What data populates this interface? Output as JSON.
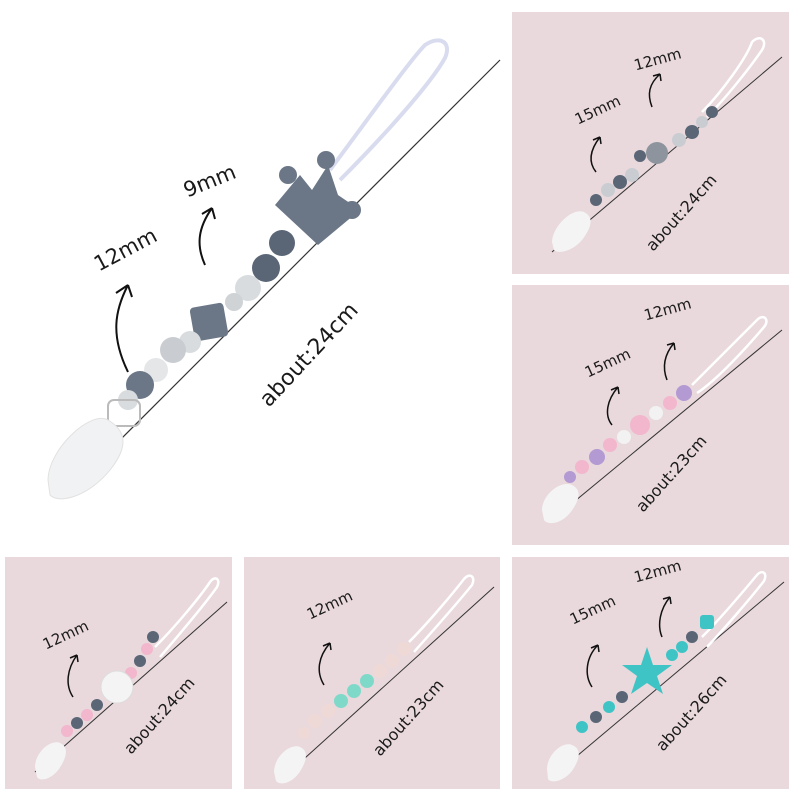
{
  "image": {
    "main": {
      "label_a": "12mm",
      "label_b": "9mm",
      "length": "about:24cm",
      "bg": "#ffffff"
    },
    "koala": {
      "label_a": "15mm",
      "label_b": "12mm",
      "length": "about:24cm",
      "bg": "#e9d8dc"
    },
    "purple": {
      "label_a": "15mm",
      "label_b": "12mm",
      "length": "about:23cm",
      "bg": "#e9d8dc"
    },
    "flower": {
      "label_a": "12mm",
      "length": "about:24cm",
      "bg": "#e9d8dc"
    },
    "mint": {
      "label_a": "12mm",
      "length": "about:23cm",
      "bg": "#e9d8dc"
    },
    "star": {
      "label_a": "15mm",
      "label_b": "12mm",
      "length": "about:26cm",
      "bg": "#e9d8dc"
    }
  }
}
